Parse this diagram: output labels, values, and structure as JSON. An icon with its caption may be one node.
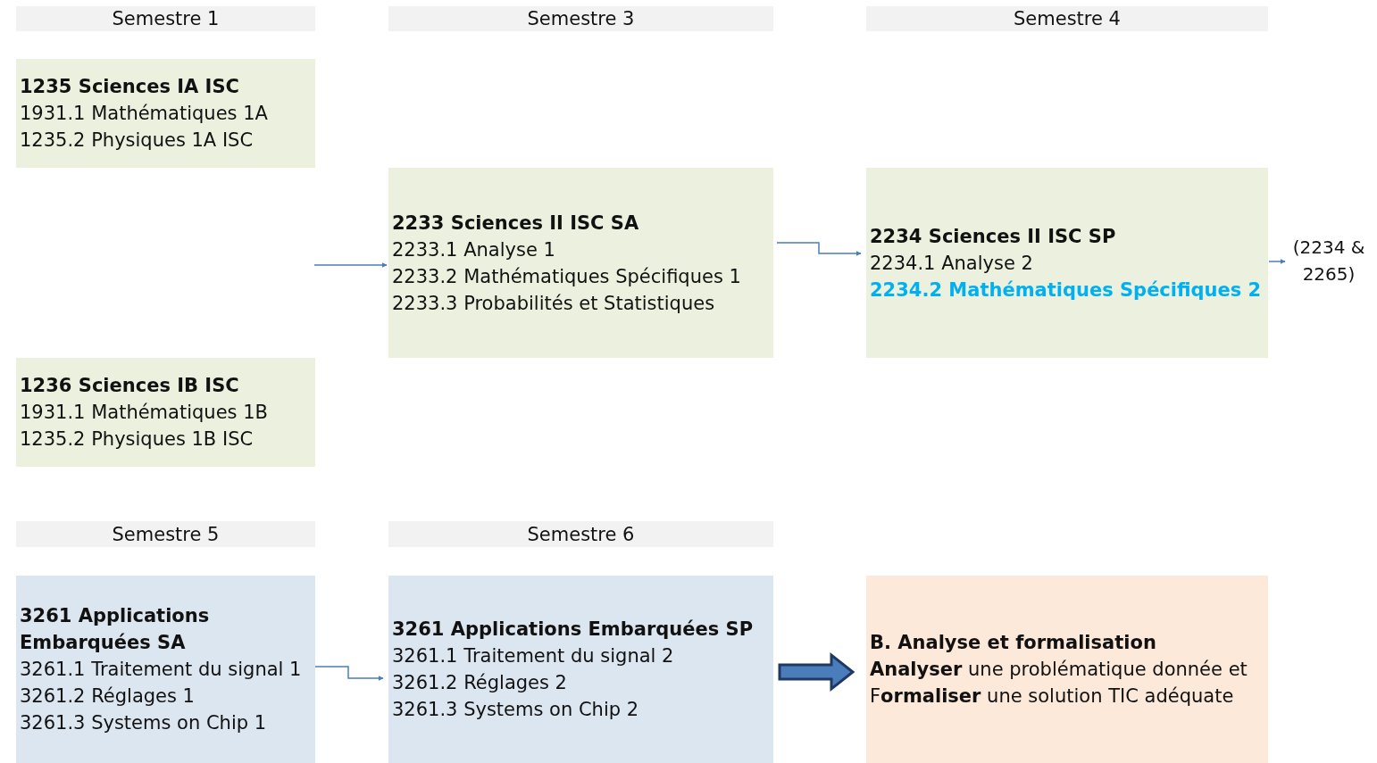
{
  "diagram": {
    "nodes": [
      {
        "text": [
          "Semestre 1"
        ]
      },
      {
        "text": [
          "Semestre 3"
        ]
      },
      {
        "text": [
          "Semestre 4"
        ]
      },
      {
        "text": [
          "1235 Sciences IA ISC",
          "1931.1 Mathématiques 1A",
          "1235.2 Physiques 1A ISC"
        ]
      },
      {
        "text": [
          "2233 Sciences II ISC SA",
          "2233.1 Analyse 1",
          "2233.2 Mathématiques Spécifiques 1",
          "2233.3 Probabilités et Statistiques"
        ]
      },
      {
        "text": [
          "2234 Sciences II ISC SP",
          "2234.1 Analyse 2",
          "2234.2 Mathématiques Spécifiques 2"
        ]
      },
      {
        "text": [
          "1236 Sciences IB ISC",
          "1931.1 Mathématiques 1B",
          "1235.2 Physiques 1B ISC"
        ]
      },
      {
        "text": [
          "Semestre 5"
        ]
      },
      {
        "text": [
          "Semestre 6"
        ]
      },
      {
        "text": [
          "3261 Applications Embarquées SA",
          "3261.1 Traitement du signal 1",
          "3261.2 Réglages 1",
          "3261.3 Systems on Chip 1"
        ]
      },
      {
        "text": [
          "3261 Applications Embarquées SP",
          "3261.1 Traitement du signal 2",
          "3261.2 Réglages 2",
          "3261.3 Systems on Chip 2"
        ]
      },
      {
        "text": [
          "B. Analyse et formalisation",
          "**Analyser** une problématique donnée et F**ormaliser** une solution TIC adéquate"
        ]
      },
      {
        "text": [
          "(2234 & 2265)"
        ]
      }
    ],
    "edges": [
      {
        "from": null,
        "to": 4,
        "arrow": "to"
      },
      {
        "from": 4,
        "to": 5,
        "arrow": "to"
      },
      {
        "from": 5,
        "to": 12,
        "arrow": "to"
      },
      {
        "from": 9,
        "to": 10,
        "arrow": "to"
      },
      {
        "from": 10,
        "to": 11,
        "arrow": "to",
        "style": "thick"
      }
    ]
  }
}
